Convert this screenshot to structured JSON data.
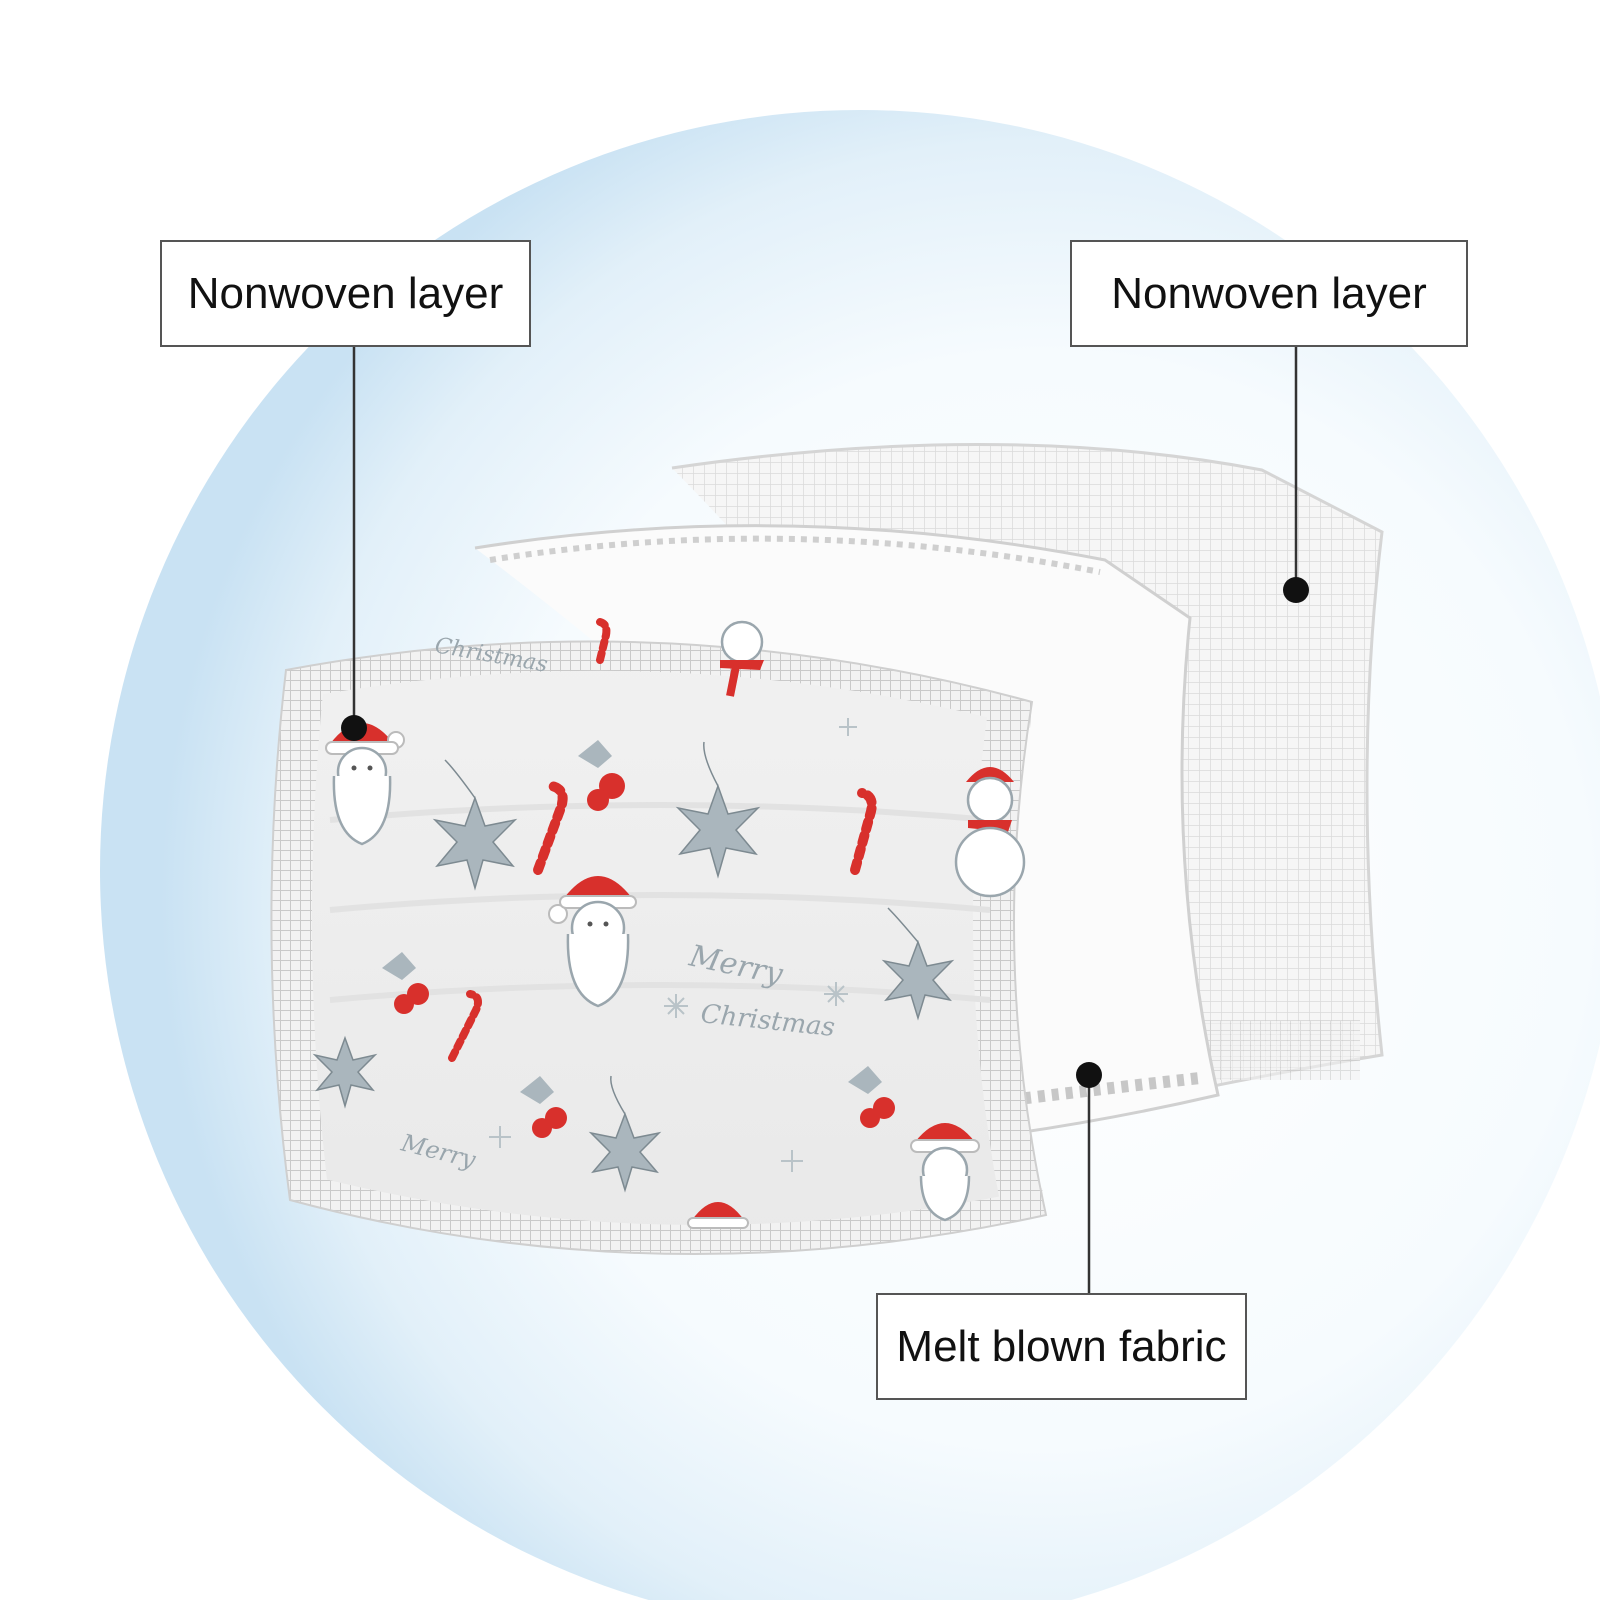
{
  "labels": {
    "outer_layer": "Nonwoven layer",
    "inner_layer": "Nonwoven layer",
    "middle_layer": "Melt blown fabric"
  },
  "print": {
    "greeting_line1": "Merry",
    "greeting_line2": "Christmas"
  },
  "colors": {
    "backdrop": "#cfe6f5",
    "callout_border": "#555555",
    "leader_line": "#333333",
    "print_red": "#d8302c",
    "print_grey": "#9aa6ad",
    "grid": "#c9c9c9"
  },
  "icons": [
    "santa-icon",
    "snowman-icon",
    "star-ornament-icon",
    "candy-cane-icon",
    "holly-icon",
    "snowflake-icon"
  ]
}
